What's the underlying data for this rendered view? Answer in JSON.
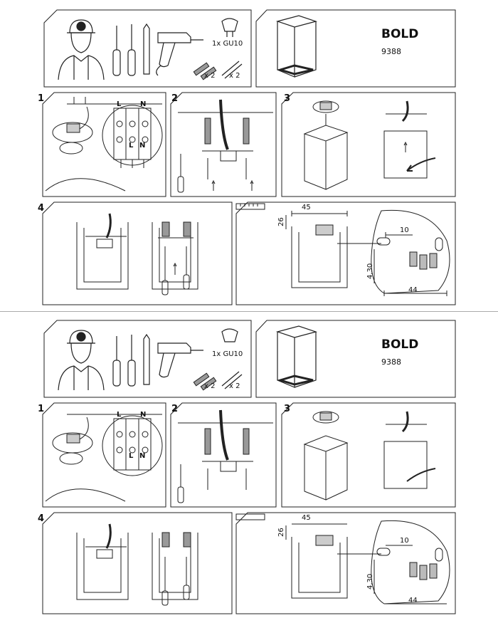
{
  "halves": [
    {
      "product": {
        "title": "BOLD",
        "code": "9388"
      },
      "tools": {
        "bulb_label": "1x GU10",
        "count_a": "x 2",
        "count_b": "x 2"
      },
      "steps": {
        "s1": "1",
        "s2": "2",
        "s3": "3",
        "s4": "4"
      },
      "terminal": {
        "l": "L",
        "n": "N",
        "l2": "L",
        "n2": "N"
      },
      "dimensions": {
        "width": "45",
        "height": "26",
        "offset": "10",
        "vertical": "4,30",
        "span": "44"
      }
    },
    {
      "product": {
        "title": "BOLD",
        "code": "9388"
      },
      "tools": {
        "bulb_label": "1x GU10",
        "count_a": "x 2",
        "count_b": "x 2"
      },
      "steps": {
        "s1": "1",
        "s2": "2",
        "s3": "3",
        "s4": "4"
      },
      "terminal": {
        "l": "L",
        "n": "N",
        "l2": "L",
        "n2": "N"
      },
      "dimensions": {
        "width": "45",
        "height": "26",
        "offset": "10",
        "vertical": "4,30",
        "span": "44"
      }
    }
  ]
}
